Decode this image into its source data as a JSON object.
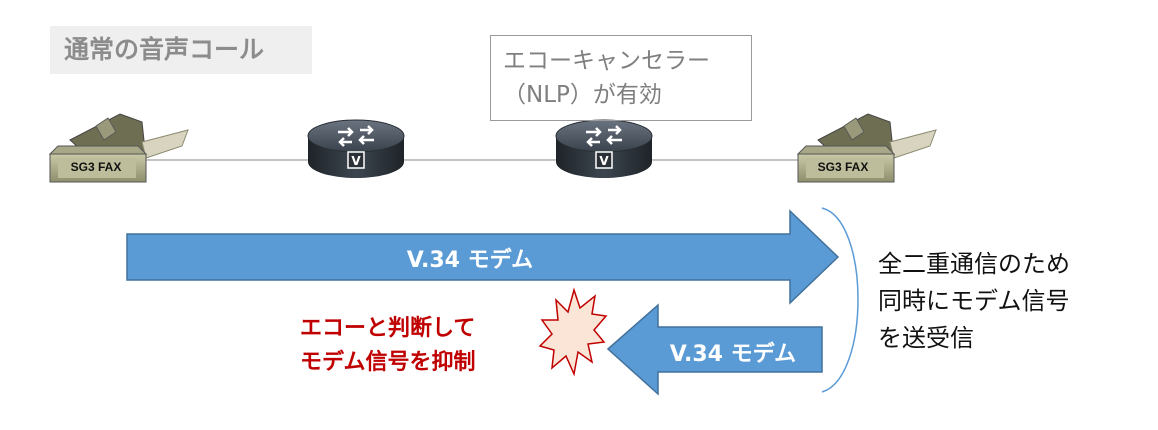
{
  "title": "通常の音声コール",
  "echo_canceller": {
    "line1": "エコーキャンセラー",
    "line2": "（NLP）が有効"
  },
  "devices": {
    "fax_left_label": "SG3 FAX",
    "fax_right_label": "SG3 FAX",
    "router_left_icon": "router-icon",
    "router_right_icon": "router-icon"
  },
  "arrows": {
    "forward_label": "V.34 モデム",
    "backward_label": "V.34 モデム"
  },
  "red_note": {
    "line1": "エコーと判断して",
    "line2": "モデム信号を抑制"
  },
  "right_note": {
    "line1": "全二重通信のため",
    "line2": "同時にモデム信号",
    "line3": "を送受信"
  },
  "colors": {
    "arrow_fill": "#5b9bd5",
    "arrow_stroke": "#41719c",
    "red_text": "#c00000",
    "burst_fill": "#fbe5d6",
    "burst_stroke": "#c00000",
    "bracket": "#5b9bd5"
  }
}
